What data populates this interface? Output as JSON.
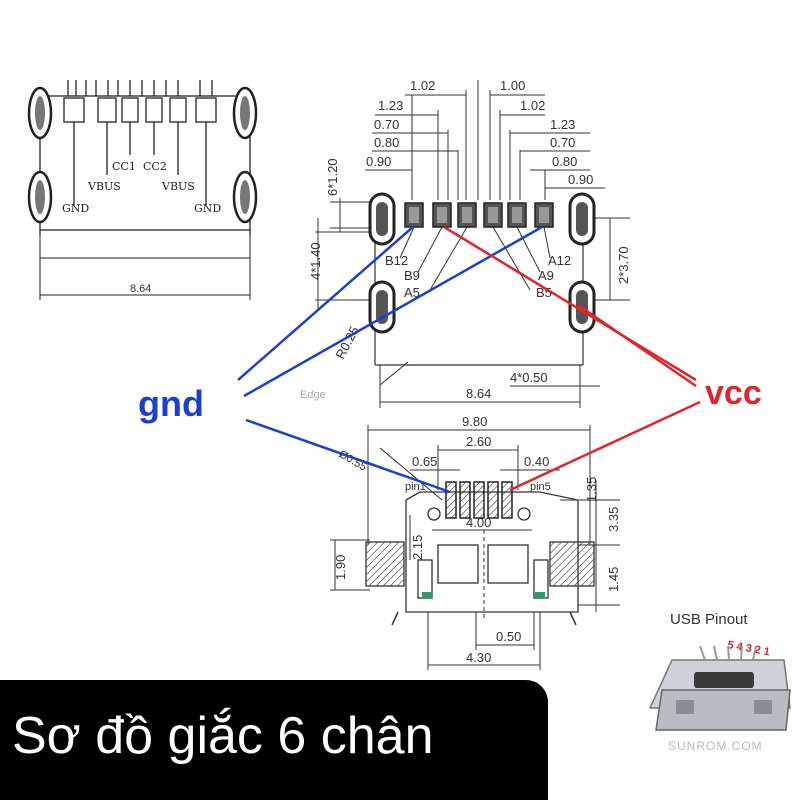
{
  "schematic": {
    "labels": {
      "cc1": "CC1",
      "cc2": "CC2",
      "vbus_left": "VBUS",
      "vbus_right": "VBUS",
      "gnd_left": "GND",
      "gnd_right": "GND"
    },
    "width_dim": "8.64"
  },
  "footprint": {
    "top_dims": {
      "d1": "1.02",
      "d2": "1.00",
      "d3": "1.23",
      "d4": "1.02",
      "d5": "0.70",
      "d6": "1.23",
      "d7": "0.80",
      "d8": "0.70",
      "d9": "0.90",
      "d10": "0.80",
      "d11": "0.90"
    },
    "side_dims": {
      "height": "6*1.20",
      "pitch": "4*1.40",
      "right": "2*3.70",
      "radius": "R0.25"
    },
    "pins": {
      "b12": "B12",
      "b9": "B9",
      "a5": "A5",
      "a12": "A12",
      "a9": "A9",
      "b5": "B5"
    },
    "edge_label": "Edge",
    "pad_dim": "4*0.50",
    "width_dim": "8.64"
  },
  "package": {
    "dims": {
      "width": "9.80",
      "span": "2.60",
      "pitch": "0.65",
      "pad": "0.40",
      "hole": "Ø0.55",
      "h1": "1.35",
      "h2": "3.35",
      "h3": "2.15",
      "inner": "4.00",
      "left_h": "1.90",
      "right_h": "1.45",
      "bottom1": "0.50",
      "bottom2": "4.30"
    },
    "pin_labels": {
      "pin1": "pin1",
      "pin5": "pin5"
    }
  },
  "annotations": {
    "gnd": "gnd",
    "vcc": "vcc"
  },
  "inset": {
    "title": "USB Pinout",
    "pin_numbers": "5 4 3 2 1",
    "watermark": "SUNROM.COM"
  },
  "caption": "Sơ đồ giắc 6 chân",
  "colors": {
    "gnd_line": "#1a3fd1",
    "vcc_line": "#e0262c",
    "caption_bg": "#000000"
  }
}
